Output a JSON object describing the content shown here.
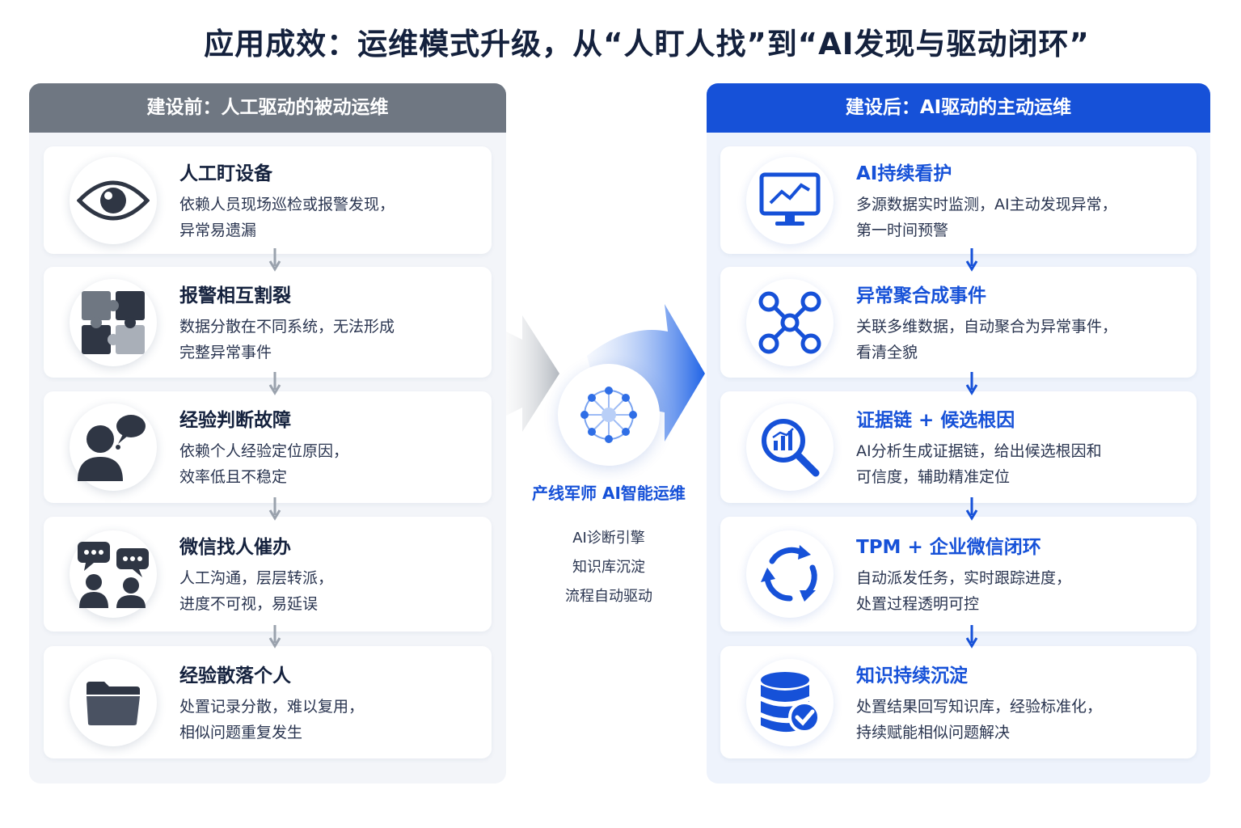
{
  "title": "应用成效：运维模式升级，从“人盯人找”到“AI发现与驱动闭环”",
  "before": {
    "header": "建设前：人工驱动的被动运维",
    "cards": [
      {
        "icon": "eye-icon",
        "title": "人工盯设备",
        "line1": "依赖人员现场巡检或报警发现，",
        "line2": "异常易遗漏"
      },
      {
        "icon": "puzzle-icon",
        "title": "报警相互割裂",
        "line1": "数据分散在不同系统，无法形成",
        "line2": "完整异常事件"
      },
      {
        "icon": "person-thinking-icon",
        "title": "经验判断故障",
        "line1": "依赖个人经验定位原因，",
        "line2": "效率低且不稳定"
      },
      {
        "icon": "chat-people-icon",
        "title": "微信找人催办",
        "line1": "人工沟通，层层转派，",
        "line2": "进度不可视，易延误"
      },
      {
        "icon": "folder-icon",
        "title": "经验散落个人",
        "line1": "处置记录分散，难以复用，",
        "line2": "相似问题重复发生"
      }
    ]
  },
  "after": {
    "header": "建设后：AI驱动的主动运维",
    "cards": [
      {
        "icon": "monitor-chart-icon",
        "title": "AI持续看护",
        "line1": "多源数据实时监测，AI主动发现异常，",
        "line2": "第一时间预警"
      },
      {
        "icon": "network-nodes-icon",
        "title": "异常聚合成事件",
        "line1": "关联多维数据，自动聚合为异常事件，",
        "line2": "看清全貌"
      },
      {
        "icon": "magnifier-chart-icon",
        "title": "证据链 + 候选根因",
        "line1": "AI分析生成证据链，给出候选根因和",
        "line2": "可信度，辅助精准定位"
      },
      {
        "icon": "sync-cycle-icon",
        "title": "TPM + 企业微信闭环",
        "line1": "自动派发任务，实时跟踪进度，",
        "line2": "处置过程透明可控"
      },
      {
        "icon": "database-check-icon",
        "title": "知识持续沉淀",
        "line1": "处置结果回写知识库，经验标准化，",
        "line2": "持续赋能相似问题解决"
      }
    ]
  },
  "center": {
    "label": "产线军师 AI智能运维",
    "items": [
      "AI诊断引擎",
      "知识库沉淀",
      "流程自动驱动"
    ]
  },
  "colors": {
    "before_header": "#6f7782",
    "after_header": "#1651d8",
    "accent_blue": "#1651d8",
    "dark_text": "#14213d"
  }
}
